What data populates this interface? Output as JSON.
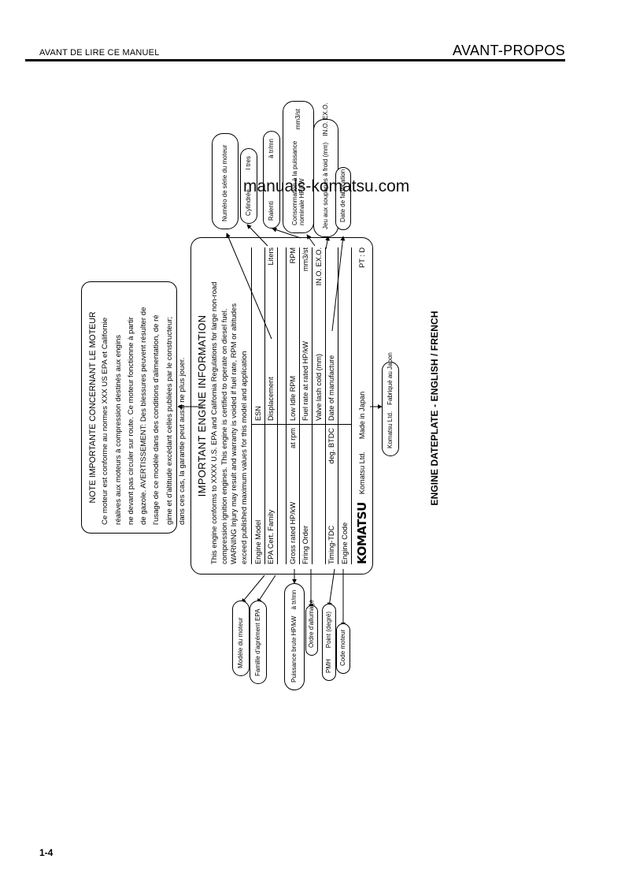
{
  "header": {
    "left": "AVANT DE LIRE CE MANUEL",
    "right": "AVANT-PROPOS"
  },
  "watermark": "manuals-komatsu.com",
  "note": {
    "title": "NOTE IMPORTANTE CONCERNANT LE MOTEUR",
    "lines": [
      "Ce moteur est conforme au normes XXX US EPA et Californie",
      "réalives aux moteurs à compression destinés aux engins",
      "ne devant pas circuler sur route. Ce moteur fonctionne à partir",
      "de gazole. AVERTISSEMENT: Des blessures peuvent résulter de",
      "l'usage de ce modèle dans des conditions d'alimentation, de ré",
      "gime et d'altitude excédant celles publiées par le constructeur;",
      "dans ces cas, la garantie peut aussi ne plus jouer."
    ]
  },
  "plate": {
    "title": "IMPORTANT  ENGINE INFORMATION",
    "text": [
      "This engine conforms to XXXX U.S. EPA and California Regulations for large non-road",
      "compression ignition engines. This engine is certified to operate on diesel fuel.",
      "WARNING Injury may result and warranty is voided if fuel rate, RPM or altitudes",
      "exceed published maximum values for this model and application"
    ],
    "rows": [
      {
        "left": "Engine Model",
        "left_unit": "",
        "right": "ESN",
        "right_unit": ""
      },
      {
        "left": "EPA Cert. Family",
        "left_unit": "",
        "right": "Displacement",
        "right_unit": "Liters"
      },
      {
        "left": "Gross rated HP/kW",
        "left_unit": "at        rpm",
        "right": "Low Idle RPM",
        "right_unit": "RPM"
      },
      {
        "left": "Firing Order",
        "left_unit": "",
        "right": "Fuel rate at rated HP/kW",
        "right_unit": "mm3/st"
      },
      {
        "left": "",
        "left_unit": "",
        "right": "Valve lash cold (mm)",
        "right_unit": "IN.O.     EX.O."
      },
      {
        "left": "Timing-TDC",
        "left_unit": "deg. BTDC",
        "right": "Date of manufacture",
        "right_unit": ""
      },
      {
        "left": "Engine Code",
        "left_unit": "",
        "right": "",
        "right_unit": ""
      }
    ],
    "logo": "KOMATSU",
    "maker": "Komatsu Ltd.",
    "made_in": "Made in Japan",
    "pt": "PT : D"
  },
  "labels_top": [
    {
      "left": "Numéro de série du moteur",
      "right": ""
    },
    {
      "left": "Cylindrée",
      "right": "l tres"
    },
    {
      "left": "Ralenti",
      "right": "à tr/mn"
    },
    {
      "left": "Consommation à la puissance nominale HP/kW",
      "right": "mm3/st"
    },
    {
      "left": "Jeu aux soupapes à froid (mm)",
      "right": "IN.O.   EX.O."
    },
    {
      "left": "Date de fabrication",
      "right": ""
    }
  ],
  "labels_bottom": [
    {
      "left": "Modèle du moteur",
      "right": ""
    },
    {
      "left": "Famille d'agrément EPA",
      "right": ""
    },
    {
      "left": "Puissance brute HP/kW",
      "right": "à tr/mn"
    },
    {
      "left": "Ordre d'allumage",
      "right": ""
    },
    {
      "left": "PMH",
      "right": "Point (degré)"
    },
    {
      "left": "Code moteur",
      "right": ""
    }
  ],
  "maker_label": {
    "left": "Komatsu Ltd.",
    "right": "Fabriqué au Japon"
  },
  "caption": "ENGINE DATEPLATE - ENGLISH / FRENCH",
  "page_number": "1-4"
}
